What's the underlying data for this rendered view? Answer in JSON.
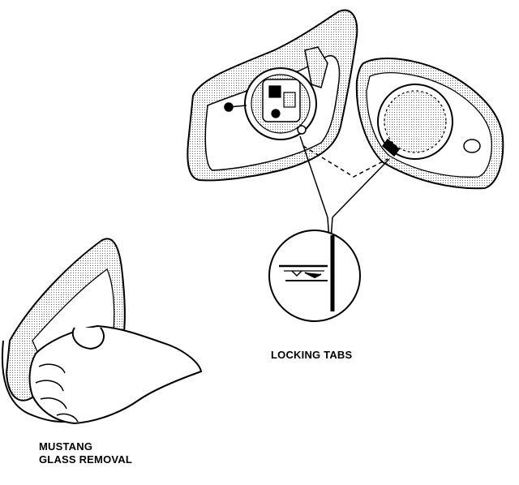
{
  "labels": {
    "locking_tabs": "LOCKING TABS",
    "mustang_line1": "MUSTANG",
    "mustang_line2": "GLASS REMOVAL"
  },
  "colors": {
    "ink": "#000000",
    "shade": "#bdbdbd",
    "paper": "#ffffff"
  }
}
